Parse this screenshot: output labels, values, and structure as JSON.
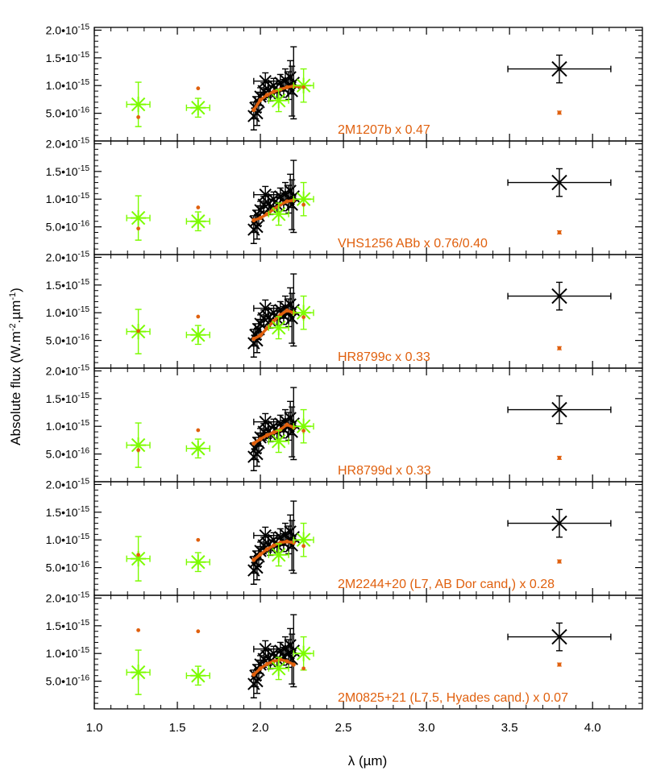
{
  "colors": {
    "black_series": "#000000",
    "green_series": "#7cfc00",
    "model": "#e0600e",
    "axis": "#000000"
  },
  "chart_data": {
    "type": "scatter",
    "xlabel": "λ (µm)",
    "ylabel": "Absolute flux (W.m-2.µm-1)",
    "xlim": [
      1.0,
      4.3
    ],
    "ylim": [
      0,
      2.05e-15
    ],
    "x_ticks": [
      1.0,
      1.5,
      2.0,
      2.5,
      3.0,
      3.5,
      4.0
    ],
    "x_tick_labels": [
      "1.0",
      "1.5",
      "2.0",
      "2.5",
      "3.0",
      "3.5",
      "4.0"
    ],
    "y_ticks": [
      5e-16,
      1e-15,
      1.5e-15,
      2e-15
    ],
    "y_tick_labels": [
      "5.0•10-16",
      "1.0•10-15",
      "1.5•10-15",
      "2.0•10-15"
    ],
    "observed_black": [
      {
        "x": 1.96,
        "y": 4.5e-16,
        "yerr": 2.5e-16
      },
      {
        "x": 1.97,
        "y": 6e-16,
        "yerr": 2e-16
      },
      {
        "x": 1.98,
        "y": 5e-16,
        "yerr": 2.2e-16
      },
      {
        "x": 1.99,
        "y": 7e-16,
        "yerr": 1.8e-16
      },
      {
        "x": 2.0,
        "y": 8e-16,
        "yerr": 1.6e-16
      },
      {
        "x": 2.02,
        "y": 9e-16,
        "yerr": 1.5e-16
      },
      {
        "x": 2.03,
        "y": 1.08e-15,
        "yerr": 1.5e-16,
        "xerr": 0.07
      },
      {
        "x": 2.05,
        "y": 9.2e-16,
        "yerr": 1.4e-16
      },
      {
        "x": 2.06,
        "y": 8.6e-16,
        "yerr": 1.4e-16
      },
      {
        "x": 2.08,
        "y": 1e-15,
        "yerr": 1.3e-16
      },
      {
        "x": 2.1,
        "y": 9e-16,
        "yerr": 1.3e-16
      },
      {
        "x": 2.12,
        "y": 1.05e-15,
        "yerr": 1.5e-16
      },
      {
        "x": 2.14,
        "y": 9.5e-16,
        "yerr": 1.6e-16
      },
      {
        "x": 2.15,
        "y": 1.1e-15,
        "yerr": 2e-16
      },
      {
        "x": 2.17,
        "y": 1e-15,
        "yerr": 2.5e-16
      },
      {
        "x": 2.18,
        "y": 1.15e-15,
        "yerr": 3e-16
      },
      {
        "x": 2.19,
        "y": 9e-16,
        "yerr": 4.5e-16
      },
      {
        "x": 2.2,
        "y": 1.05e-15,
        "yerr": 6.5e-16
      },
      {
        "x": 3.8,
        "y": 1.3e-15,
        "yerr": 2.5e-16,
        "xerr": 0.31
      }
    ],
    "observed_green": [
      {
        "x": 1.265,
        "y": 6.6e-16,
        "yerr": 4e-16,
        "xerr": 0.07
      },
      {
        "x": 1.625,
        "y": 6e-16,
        "yerr": 1.7e-16,
        "xerr": 0.07
      },
      {
        "x": 2.11,
        "y": 7.3e-16,
        "yerr": 2e-16,
        "xerr": 0.06
      },
      {
        "x": 2.26,
        "y": 1e-15,
        "yerr": 3e-16,
        "xerr": 0.06
      }
    ],
    "panels": [
      {
        "label": "2M1207b x 0.47",
        "model_curve": {
          "x": [
            1.96,
            2.0,
            2.04,
            2.08,
            2.12,
            2.16,
            2.2,
            2.24
          ],
          "y": [
            5.6e-16,
            7.4e-16,
            8.3e-16,
            8.9e-16,
            9.3e-16,
            9.7e-16,
            9.9e-16,
            9.8e-16
          ]
        },
        "model_points": [
          {
            "x": 1.265,
            "y": 4.3e-16
          },
          {
            "x": 1.625,
            "y": 9.5e-16
          },
          {
            "x": 2.26,
            "y": 9.7e-16
          },
          {
            "x": 3.8,
            "y": 5.1e-16
          }
        ]
      },
      {
        "label": "VHS1256 ABb x 0.76/0.40",
        "model_curve": {
          "x": [
            1.96,
            2.0,
            2.04,
            2.08,
            2.12,
            2.16,
            2.2
          ],
          "y": [
            6.2e-16,
            6.6e-16,
            7.3e-16,
            8.2e-16,
            9e-16,
            9.6e-16,
            9.8e-16
          ]
        },
        "model_points": [
          {
            "x": 1.265,
            "y": 4.7e-16
          },
          {
            "x": 1.625,
            "y": 8.5e-16
          },
          {
            "x": 2.26,
            "y": 9e-16
          },
          {
            "x": 3.8,
            "y": 4e-16
          }
        ]
      },
      {
        "label": "HR8799c x 0.33",
        "model_curve": {
          "x": [
            1.96,
            2.0,
            2.04,
            2.08,
            2.12,
            2.16,
            2.2
          ],
          "y": [
            5.3e-16,
            5.9e-16,
            7.2e-16,
            8.5e-16,
            9.6e-16,
            1.04e-15,
            1e-15
          ]
        },
        "model_points": [
          {
            "x": 1.265,
            "y": 6.7e-16
          },
          {
            "x": 1.625,
            "y": 9.3e-16
          },
          {
            "x": 2.26,
            "y": 9.2e-16
          },
          {
            "x": 3.8,
            "y": 3.6e-16
          }
        ]
      },
      {
        "label": "HR8799d x 0.33",
        "model_curve": {
          "x": [
            1.96,
            2.0,
            2.04,
            2.08,
            2.12,
            2.16,
            2.2
          ],
          "y": [
            6.9e-16,
            7.7e-16,
            8.4e-16,
            8.9e-16,
            9.4e-16,
            1.03e-15,
            9.8e-16
          ]
        },
        "model_points": [
          {
            "x": 1.265,
            "y": 5.7e-16
          },
          {
            "x": 1.625,
            "y": 9.3e-16
          },
          {
            "x": 2.26,
            "y": 9.2e-16
          },
          {
            "x": 3.8,
            "y": 4.3e-16
          }
        ]
      },
      {
        "label": "2M2244+20 (L7, AB Dor cand.) x 0.28",
        "model_curve": {
          "x": [
            1.96,
            2.0,
            2.04,
            2.08,
            2.12,
            2.16,
            2.2
          ],
          "y": [
            6.4e-16,
            7.4e-16,
            8.3e-16,
            9e-16,
            9.5e-16,
            9.7e-16,
            9.5e-16
          ]
        },
        "model_points": [
          {
            "x": 1.265,
            "y": 7.3e-16
          },
          {
            "x": 1.625,
            "y": 1e-15
          },
          {
            "x": 2.26,
            "y": 8.9e-16
          },
          {
            "x": 3.8,
            "y": 6.1e-16
          }
        ]
      },
      {
        "label": "2M0825+21 (L7.5, Hyades cand.) x 0.07",
        "model_curve": {
          "x": [
            1.96,
            2.0,
            2.04,
            2.08,
            2.12,
            2.16,
            2.2
          ],
          "y": [
            6.2e-16,
            7.3e-16,
            8.1e-16,
            8.6e-16,
            8.9e-16,
            8.6e-16,
            8e-16
          ]
        },
        "model_points": [
          {
            "x": 1.265,
            "y": 1.42e-15
          },
          {
            "x": 1.625,
            "y": 1.4e-15
          },
          {
            "x": 2.26,
            "y": 7.3e-16
          },
          {
            "x": 3.8,
            "y": 8e-16
          }
        ]
      }
    ]
  }
}
